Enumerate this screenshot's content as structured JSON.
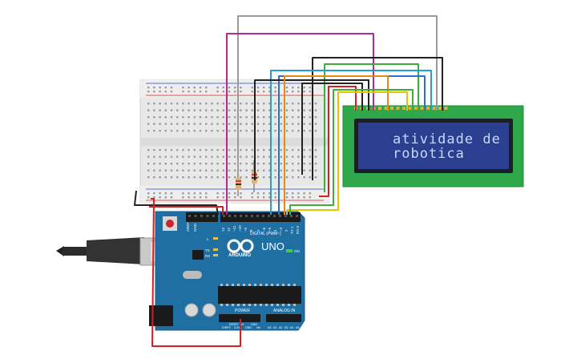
{
  "lcd": {
    "line1": "atividade de",
    "line2": "robotica"
  },
  "arduino": {
    "brand": "ARDUINO",
    "model": "UNO",
    "digital_label": "DIGITAL (PWM~)",
    "power_label": "POWER",
    "analog_label": "ANALOG IN",
    "on_label": "ON",
    "tx_label": "TX",
    "rx_label": "RX",
    "l_label": "L",
    "aref_label": "AREF",
    "gnd_label": "GND",
    "pin13": "13",
    "pin12": "12",
    "pin11": "~11",
    "pin10": "~10",
    "pin9": "~9",
    "pin8": "8",
    "pin7": "7",
    "pin6": "~6",
    "pin5": "~5",
    "pin4": "4",
    "pin3": "~3",
    "pin2": "2",
    "pin1": "TX 1",
    "pin0": "RX 0",
    "ioref": "IOREF",
    "reset": "RESET",
    "v33": "3.3V",
    "v5": "5V",
    "gnd1": "GND",
    "gnd2": "GND",
    "vin": "Vin",
    "a0": "A0",
    "a1": "A1",
    "a2": "A2",
    "a3": "A3",
    "a4": "A4",
    "a5": "A5"
  },
  "colors": {
    "board": "#1f6fa3",
    "lcd_frame": "#2ea84a",
    "lcd_screen": "#2a3f8f",
    "wire_gray": "#9a9a9a",
    "wire_magenta": "#b02a90",
    "wire_red": "#d42020",
    "wire_black": "#222222",
    "wire_orange": "#e58a14",
    "wire_cyan": "#1fa1d6",
    "wire_green": "#3cae3c",
    "wire_yellow": "#e8c400",
    "wire_blue": "#2a6fd6"
  }
}
